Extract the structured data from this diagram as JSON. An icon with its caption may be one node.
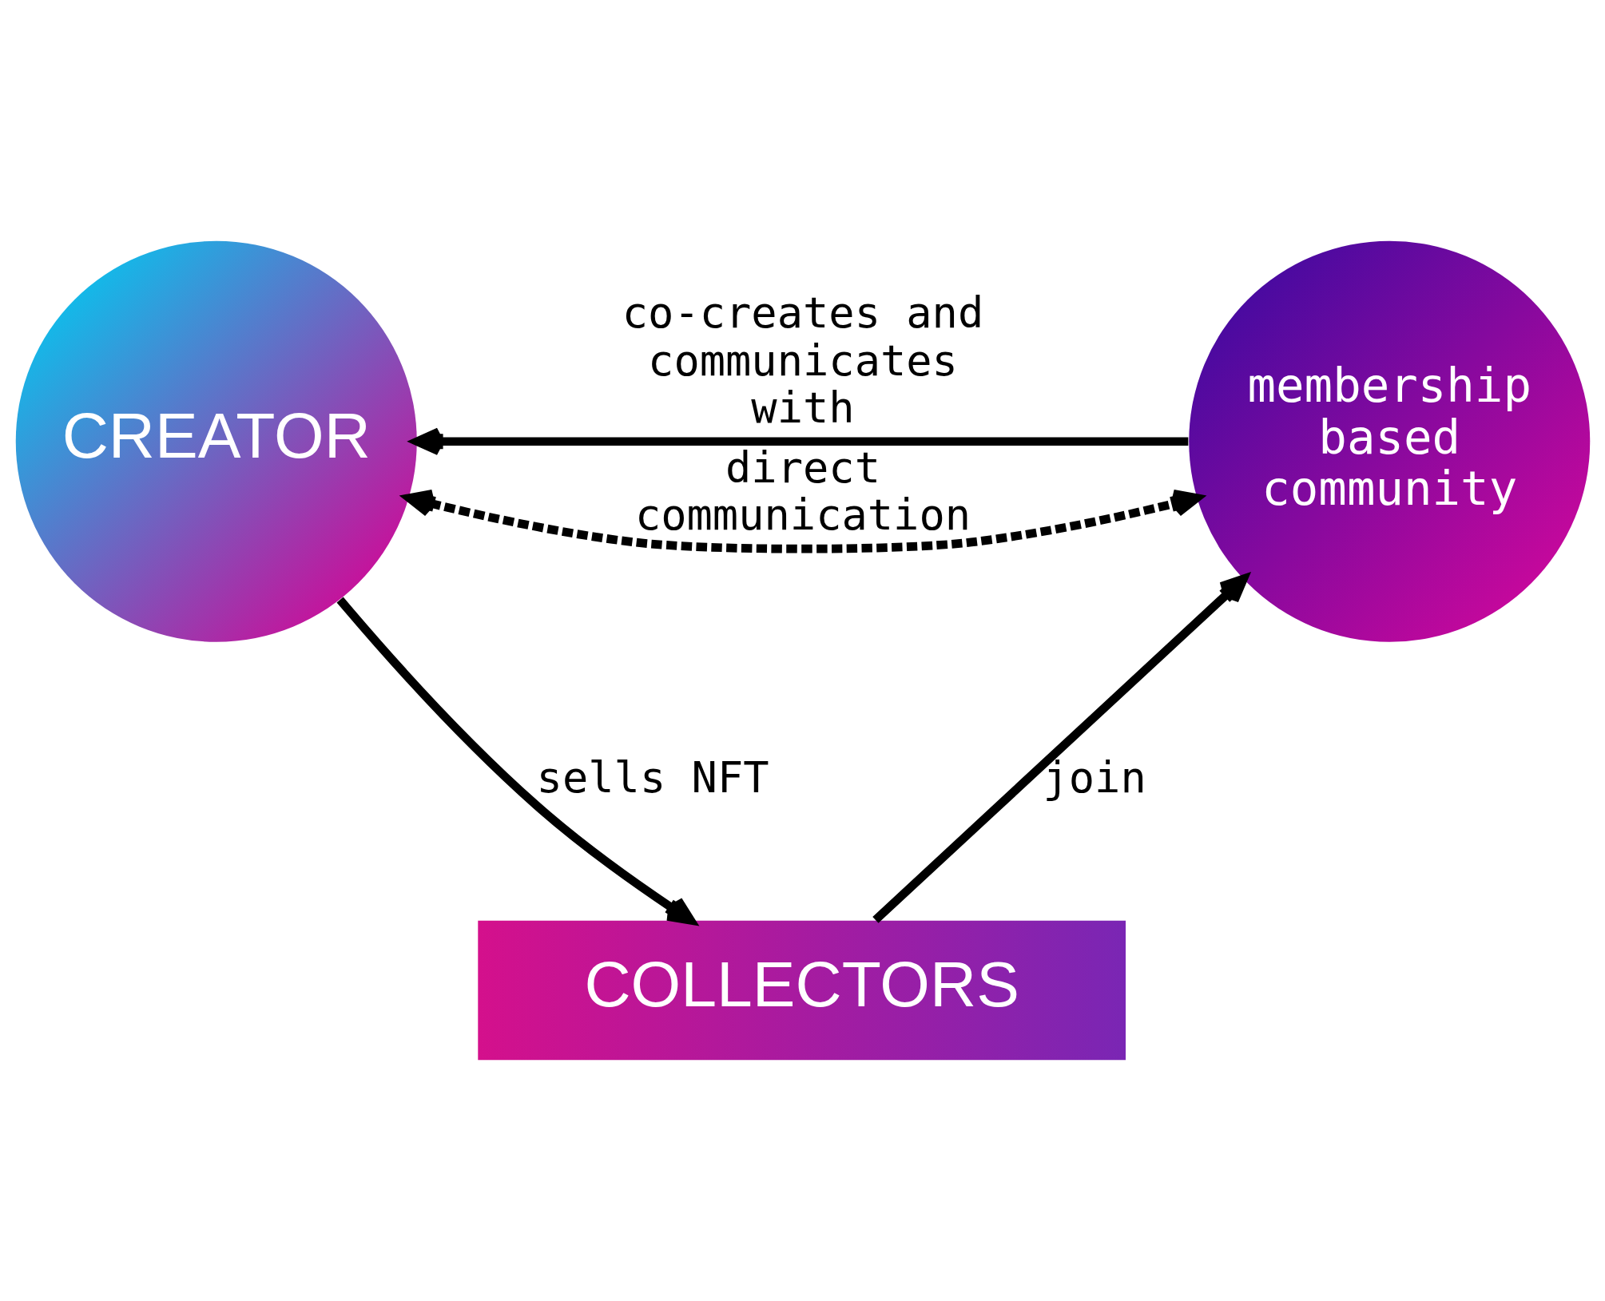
{
  "diagram": {
    "nodes": [
      {
        "text": [
          "CREATOR"
        ]
      },
      {
        "text": [
          "membership based community"
        ]
      },
      {
        "text": [
          "COLLECTORS"
        ]
      }
    ],
    "edges": [
      {
        "from": 1,
        "to": 0,
        "arrow": "to",
        "label": "co-creates and communicates with"
      },
      {
        "from": 0,
        "to": 1,
        "arrow": "both",
        "label": "direct communication",
        "style": "dashed"
      },
      {
        "from": 0,
        "to": 2,
        "arrow": "to",
        "label": "sells NFT"
      },
      {
        "from": 2,
        "to": 1,
        "arrow": "to",
        "label": "join"
      }
    ]
  }
}
